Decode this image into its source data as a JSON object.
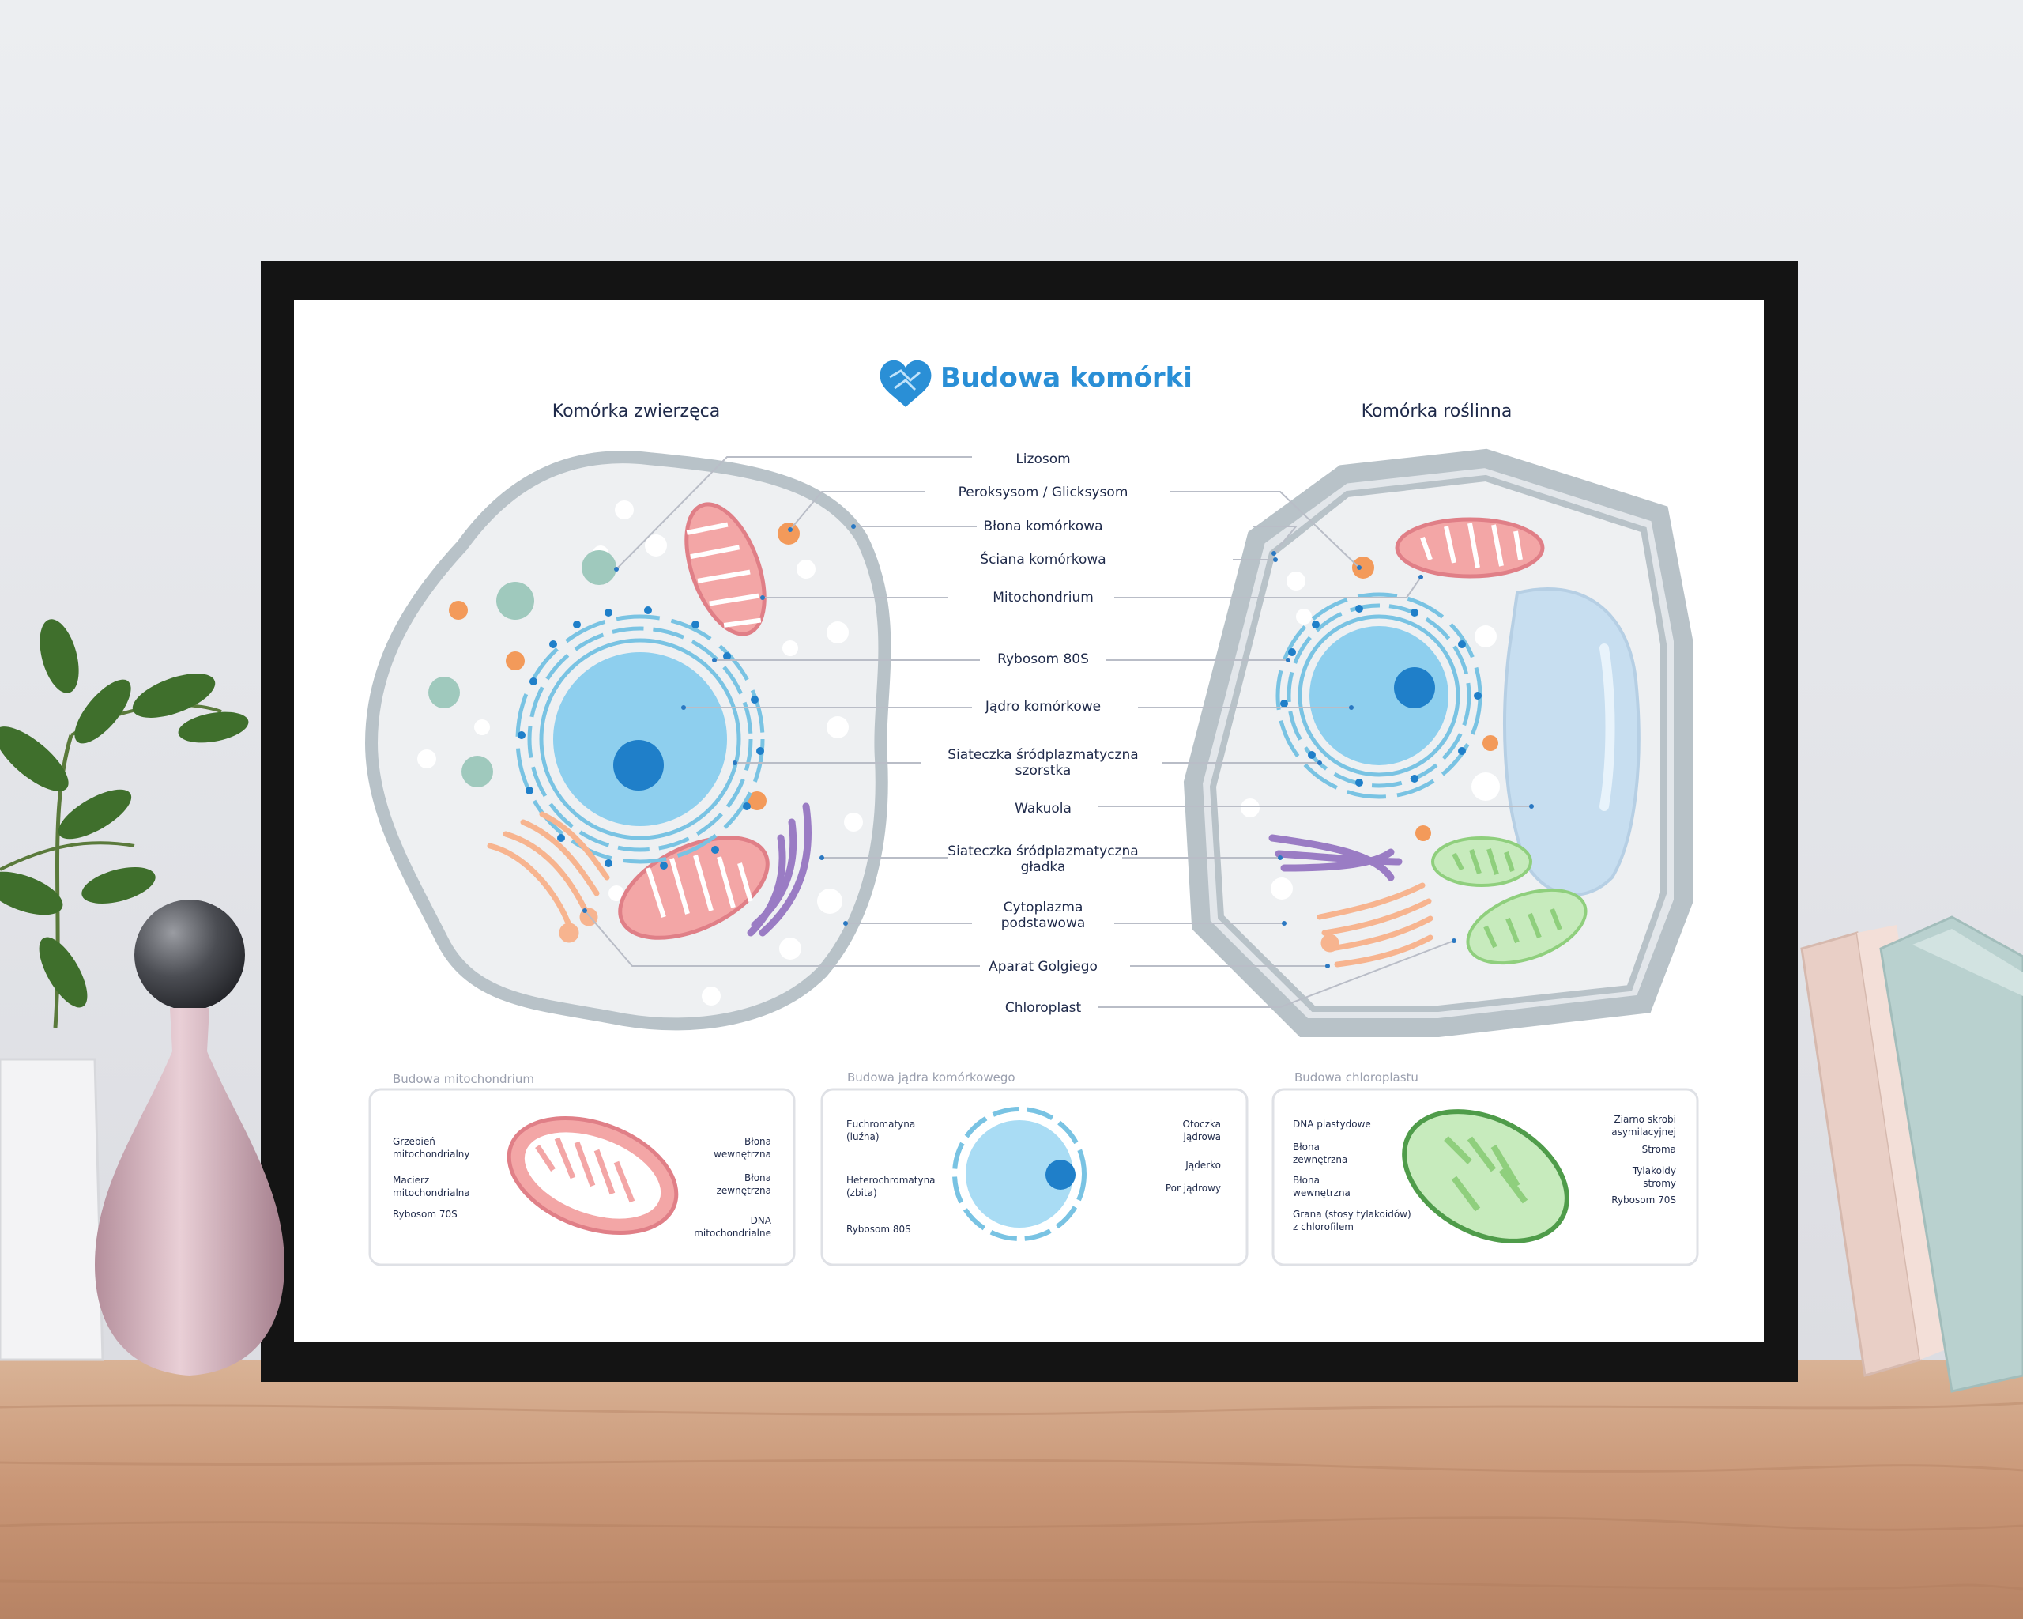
{
  "poster": {
    "title": "Budowa komórki",
    "animal_heading": "Komórka zwierzęca",
    "plant_heading": "Komórka roślinna",
    "center_labels": [
      [
        "Lizosom"
      ],
      [
        "Peroksysom / Glicksysom"
      ],
      [
        "Błona komórkowa"
      ],
      [
        "Ściana komórkowa"
      ],
      [
        "Mitochondrium"
      ],
      [
        "Rybosom 80S"
      ],
      [
        "Jądro komórkowe"
      ],
      [
        "Siateczka śródplazmatyczna",
        "szorstka"
      ],
      [
        "Wakuola"
      ],
      [
        "Siateczka śródplazmatyczna",
        "gładka"
      ],
      [
        "Cytoplazma",
        "podstawowa"
      ],
      [
        "Aparat Golgiego"
      ],
      [
        "Chloroplast"
      ]
    ]
  },
  "panels": {
    "mito": {
      "caption": "Budowa mitochondrium",
      "left": [
        [
          "Grzebień",
          "mitochondrialny"
        ],
        [
          "Macierz",
          "mitochondrialna"
        ],
        [
          "Rybosom 70S"
        ]
      ],
      "right": [
        [
          "Błona",
          "wewnętrzna"
        ],
        [
          "Błona",
          "zewnętrzna"
        ],
        [
          "DNA",
          "mitochondrialne"
        ]
      ]
    },
    "nucleus": {
      "caption": "Budowa jądra komórkowego",
      "left": [
        [
          "Euchromatyna",
          "(luźna)"
        ],
        [
          "Heterochromatyna",
          "(zbita)"
        ],
        [
          "Rybosom 80S"
        ]
      ],
      "right": [
        [
          "Otoczka",
          "jądrowa"
        ],
        [
          "Jąderko"
        ],
        [
          "Por jądrowy"
        ]
      ]
    },
    "chloro": {
      "caption": "Budowa chloroplastu",
      "left": [
        [
          "DNA plastydowe"
        ],
        [
          "Błona",
          "zewnętrzna"
        ],
        [
          "Błona",
          "wewnętrzna"
        ],
        [
          "Grana (stosy tylakoidów)",
          "z chlorofilem"
        ]
      ],
      "right": [
        [
          "Ziarno skrobi",
          "asymilacyjnej"
        ],
        [
          "Stroma"
        ],
        [
          "Tylakoidy",
          "stromy"
        ],
        [
          "Rybosom 70S"
        ]
      ]
    }
  },
  "colors": {
    "title": "#2a8fd6",
    "cell_fill": "#eeeff1",
    "cell_border": "#b8c2c8",
    "nucleus": "#8ecfee",
    "nucleolus": "#1f7fc9",
    "mitochondrium": "#f3a6a6",
    "golgi": "#f7b48f",
    "er_smooth": "#9a7cc4",
    "chloroplast": "#9bd48b",
    "vacuole": "#c7def0",
    "peroxisome": "#f39a5a",
    "lysosome": "#9fc9bd"
  },
  "icons": [
    "brain-heart-logo-icon"
  ]
}
